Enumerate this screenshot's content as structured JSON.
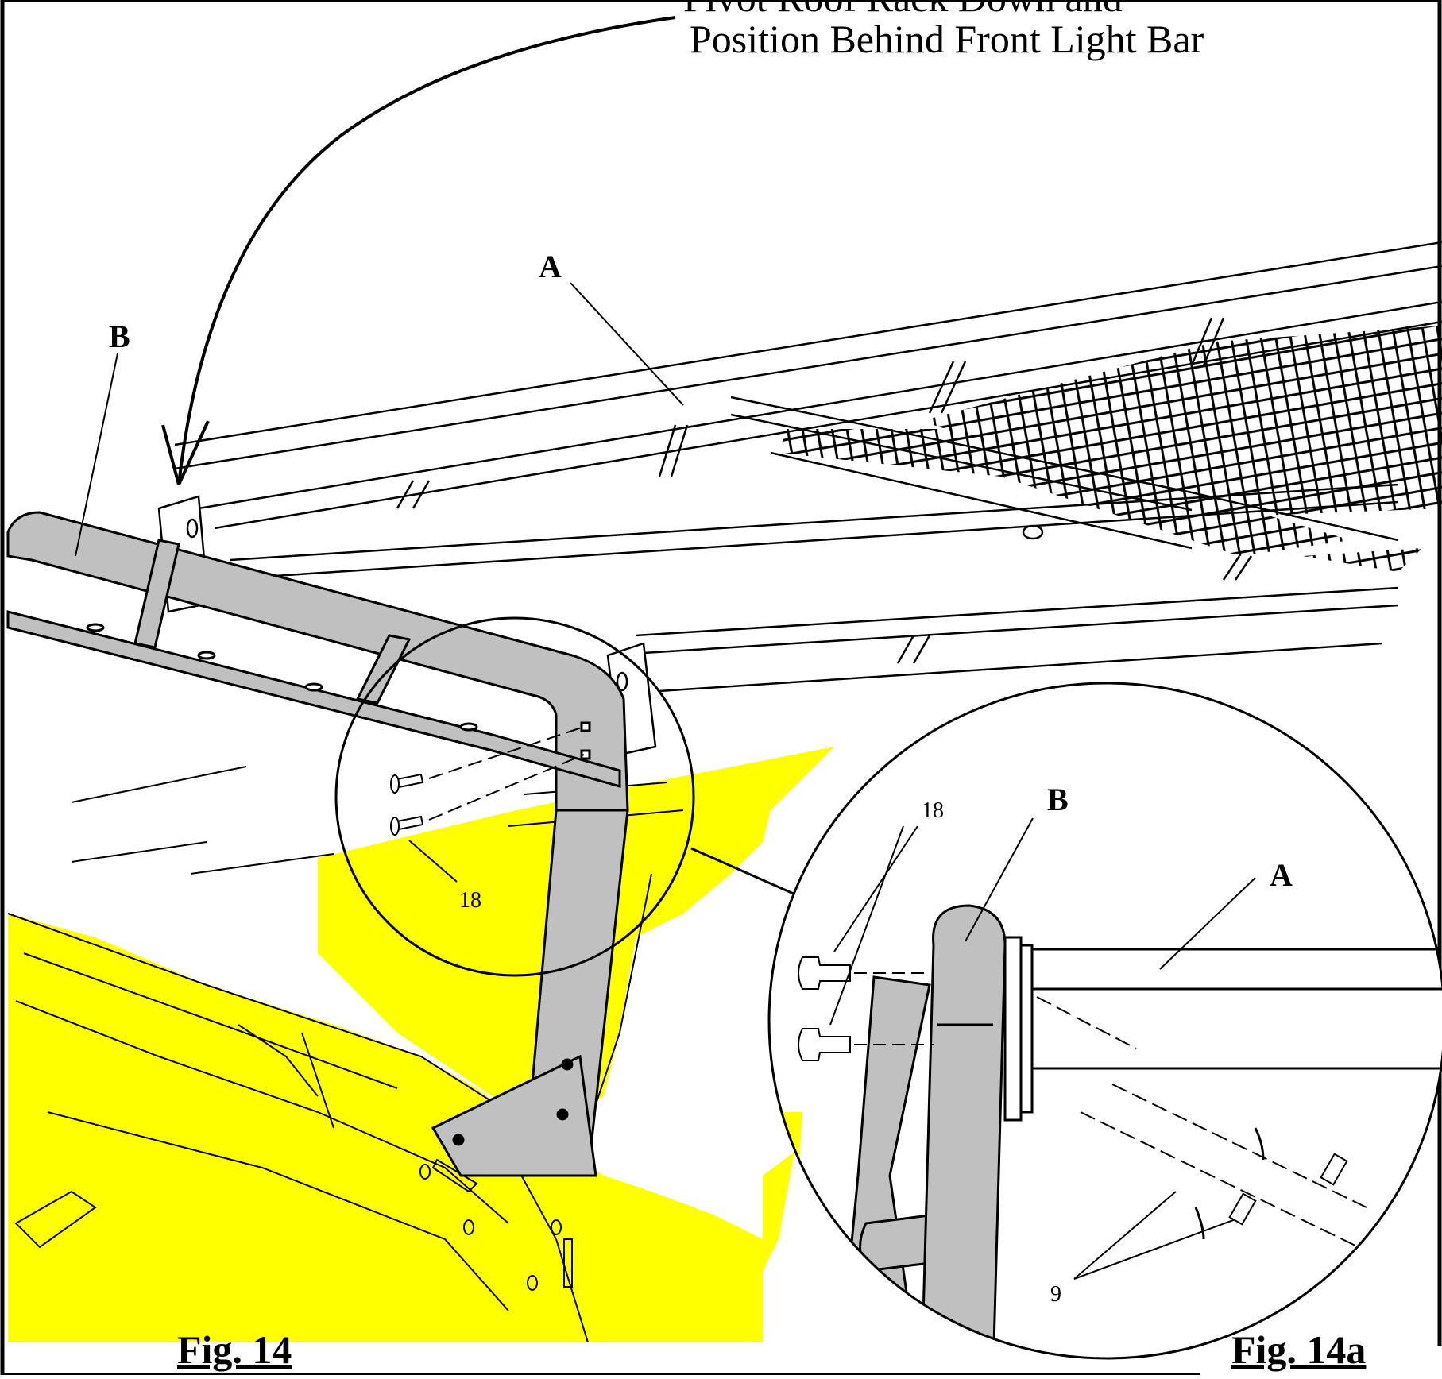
{
  "instruction": {
    "line1": "Pivot Roof Rack Down and",
    "line2": "Position Behind Front Light Bar"
  },
  "labels": {
    "rack": "A",
    "light_bar": "B",
    "bolt_ref": "18",
    "detail_rack": "A",
    "detail_light_bar": "B",
    "detail_bolt_ref": "18",
    "detail_nut_ref": "9"
  },
  "figures": {
    "main": "Fig. 14",
    "detail": "Fig. 14a"
  },
  "colors": {
    "vehicle": "#ffff00",
    "light_bar": "#c0c0c0",
    "line": "#000000",
    "background": "#ffffff"
  }
}
